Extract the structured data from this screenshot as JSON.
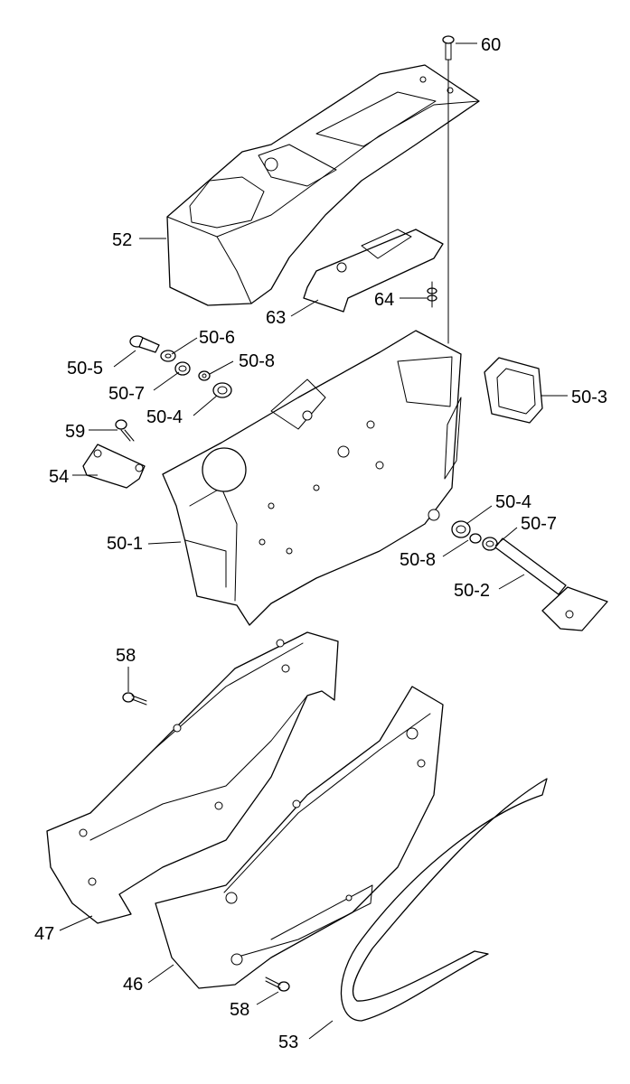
{
  "diagram": {
    "callouts": {
      "c60": "60",
      "c52": "52",
      "c63": "63",
      "c64": "64",
      "c50_6": "50-6",
      "c50_5": "50-5",
      "c50_8a": "50-8",
      "c50_7a": "50-7",
      "c50_4a": "50-4",
      "c50_3": "50-3",
      "c59": "59",
      "c54": "54",
      "c50_1": "50-1",
      "c50_4b": "50-4",
      "c50_7b": "50-7",
      "c50_8b": "50-8",
      "c50_2": "50-2",
      "c58a": "58",
      "c47": "47",
      "c46": "46",
      "c58b": "58",
      "c53": "53"
    }
  }
}
